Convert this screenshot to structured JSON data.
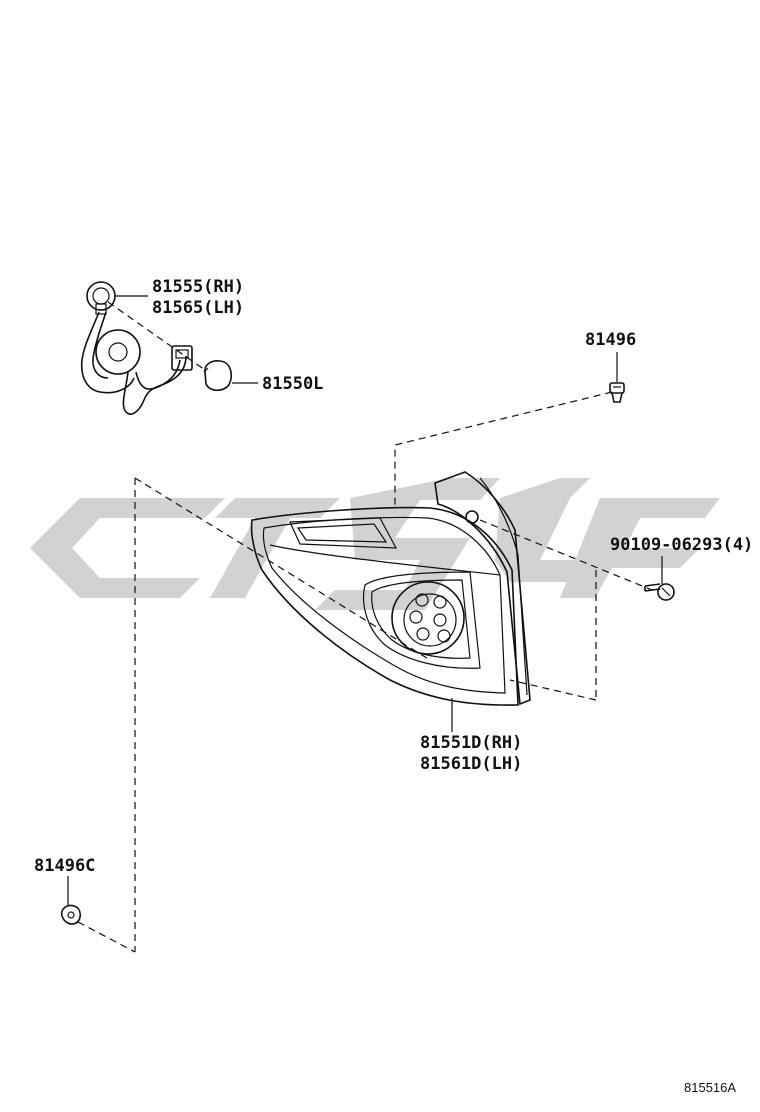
{
  "labels": {
    "socket_rh": "81555(RH)",
    "socket_lh": "81565(LH)",
    "bulb": "81550L",
    "clip_top": "81496",
    "screw": "90109-06293(4)",
    "lamp_rh": "81551D(RH)",
    "lamp_lh": "81561D(LH)",
    "clip_bottom": "81496C"
  },
  "figure_code": "815516A",
  "colors": {
    "line": "#111111",
    "watermark": "#d2d2d2"
  }
}
